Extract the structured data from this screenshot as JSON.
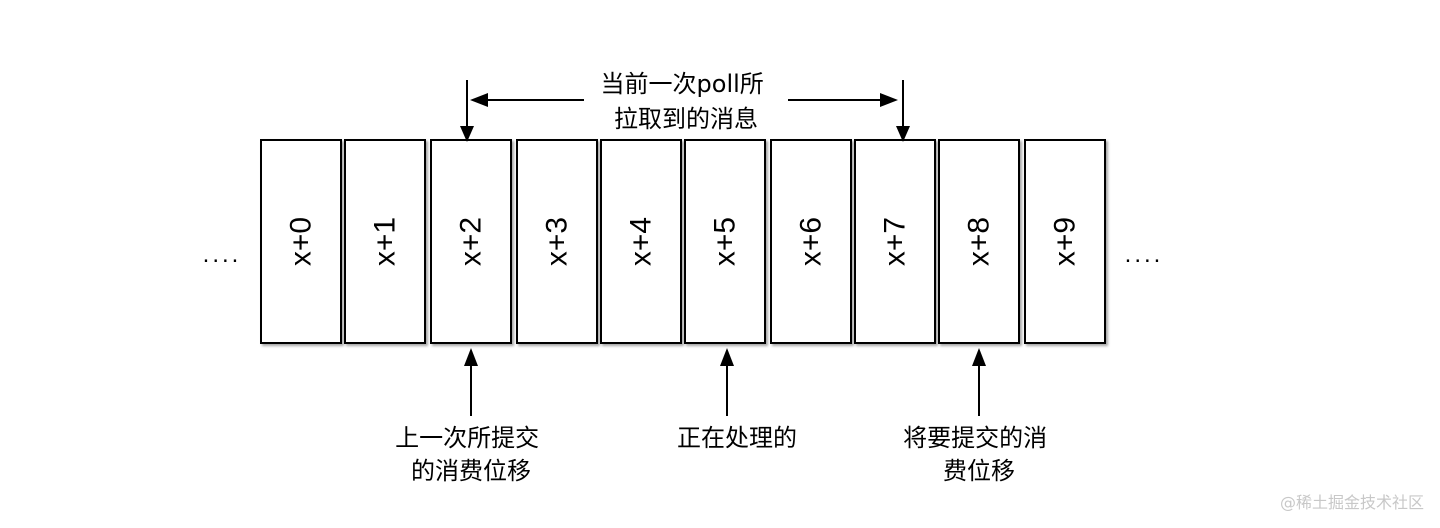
{
  "cells": [
    "x+0",
    "x+1",
    "x+2",
    "x+3",
    "x+4",
    "x+5",
    "x+6",
    "x+7",
    "x+8",
    "x+9"
  ],
  "ellipsis_left": "....",
  "ellipsis_right": "....",
  "poll_range": {
    "lines": [
      "当前一次poll所",
      "拉取到的消息"
    ],
    "from_cell": "x+2",
    "to_cell": "x+7"
  },
  "markers": [
    {
      "cell": "x+2",
      "lines": [
        "上一次所提交",
        "的消费位移"
      ]
    },
    {
      "cell": "x+5",
      "lines": [
        "正在处理的"
      ]
    },
    {
      "cell": "x+8",
      "lines": [
        "将要提交的消",
        "费位移"
      ]
    }
  ],
  "watermark": "@稀土掘金技术社区"
}
